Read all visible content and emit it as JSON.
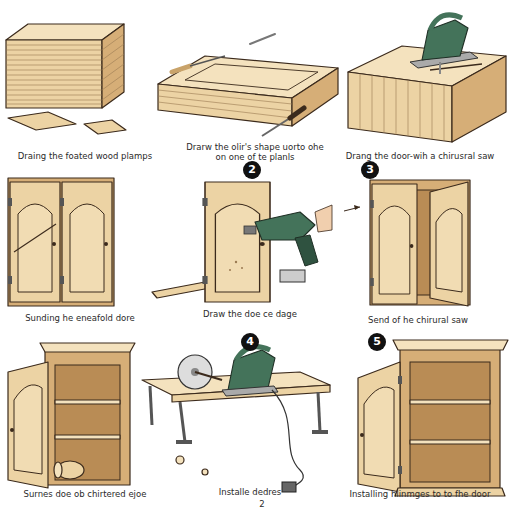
{
  "diagram": {
    "nodes": [
      {
        "text": [
          "2"
        ]
      },
      {
        "text": [
          "3"
        ]
      },
      {
        "text": [
          "4"
        ]
      },
      {
        "text": [
          "5"
        ]
      }
    ],
    "labels": [
      "Draing the foated wood plamps",
      "Drarw the olir's shape uorto ohe on one of te planls",
      "Drang the door-wih a chirusral saw",
      "Sunding he eneafold dore",
      "Draw the doe ce dage",
      "Send of he chirural saw",
      "Surnes doe ob chirtered ejoe",
      "Installe dedres",
      "Installing hlinmges to to fhe door",
      "2"
    ]
  }
}
